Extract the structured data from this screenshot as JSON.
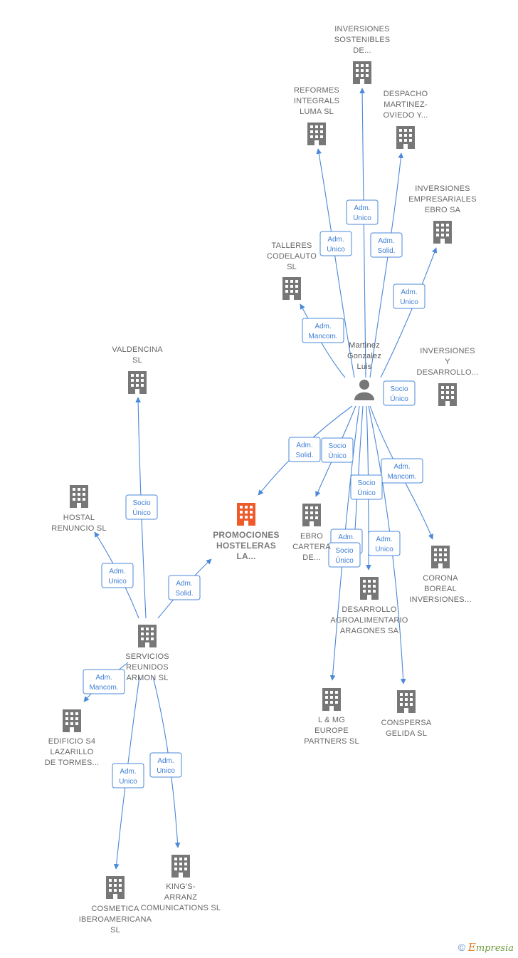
{
  "colors": {
    "edge": "#4a88d8",
    "company": "#777777",
    "main_company": "#ee5a2a",
    "person": "#777777",
    "badge_text": "#3f7fd6"
  },
  "nodes": [
    {
      "id": "inv_sostenibles",
      "type": "company",
      "label": [
        "INVERSIONES",
        "SOSTENIBLES",
        "DE..."
      ]
    },
    {
      "id": "reformes",
      "type": "company",
      "label": [
        "REFORMES",
        "INTEGRALS",
        "LUMA  SL"
      ]
    },
    {
      "id": "despacho",
      "type": "company",
      "label": [
        "DESPACHO",
        "MARTINEZ-",
        "OVIEDO Y..."
      ]
    },
    {
      "id": "inv_empresariales",
      "type": "company",
      "label": [
        "INVERSIONES",
        "EMPRESARIALES",
        "EBRO SA"
      ]
    },
    {
      "id": "talleres",
      "type": "company",
      "label": [
        "TALLERES",
        "CODELAUTO",
        "SL"
      ]
    },
    {
      "id": "person",
      "type": "person",
      "label": [
        "Martinez",
        "Gonzalez",
        "Luis"
      ]
    },
    {
      "id": "inv_desarrollo",
      "type": "company",
      "label": [
        "INVERSIONES",
        "Y",
        "DESARROLLO..."
      ]
    },
    {
      "id": "valdencina",
      "type": "company",
      "label": [
        "VALDENCINA",
        "SL"
      ]
    },
    {
      "id": "hostal",
      "type": "company",
      "label": [
        "HOSTAL",
        "RENUNCIO  SL"
      ]
    },
    {
      "id": "promociones",
      "type": "main",
      "label": [
        "PROMOCIONES",
        "HOSTELERAS",
        "LA..."
      ]
    },
    {
      "id": "ebro",
      "type": "company",
      "label": [
        "EBRO",
        "CARTERA",
        "DE..."
      ]
    },
    {
      "id": "corona",
      "type": "company",
      "label": [
        "CORONA",
        "BOREAL",
        "INVERSIONES..."
      ]
    },
    {
      "id": "desarrollo_agro",
      "type": "company",
      "label": [
        "DESARROLLO",
        "AGROALIMENTARIO",
        "ARAGONES SA"
      ]
    },
    {
      "id": "servicios",
      "type": "company",
      "label": [
        "SERVICIOS",
        "REUNIDOS",
        "ARMON SL"
      ]
    },
    {
      "id": "edificio",
      "type": "company",
      "label": [
        "EDIFICIO S4",
        "LAZARILLO",
        "DE TORMES..."
      ]
    },
    {
      "id": "lmg",
      "type": "company",
      "label": [
        "L & MG",
        "EUROPE",
        "PARTNERS SL"
      ]
    },
    {
      "id": "conspersa",
      "type": "company",
      "label": [
        "CONSPERSA",
        "GELIDA  SL"
      ]
    },
    {
      "id": "kings",
      "type": "company",
      "label": [
        "KING'S-",
        "ARRANZ",
        "COMUNICATIONS SL"
      ]
    },
    {
      "id": "cosmetica",
      "type": "company",
      "label": [
        "COSMETICA",
        "IBEROAMERICANA",
        "SL"
      ]
    }
  ],
  "edges": [
    {
      "from": "person",
      "to": "inv_sostenibles",
      "label": [
        "Adm.",
        "Unico"
      ]
    },
    {
      "from": "person",
      "to": "reformes",
      "label": [
        "Adm.",
        "Unico"
      ]
    },
    {
      "from": "person",
      "to": "despacho",
      "label": [
        "Adm.",
        "Solid."
      ]
    },
    {
      "from": "person",
      "to": "inv_empresariales",
      "label": [
        "Adm.",
        "Unico"
      ]
    },
    {
      "from": "person",
      "to": "talleres",
      "label": [
        "Adm.",
        "Mancom."
      ]
    },
    {
      "from": "person",
      "to": "inv_desarrollo",
      "label": [
        "Socio",
        "Único"
      ]
    },
    {
      "from": "person",
      "to": "promociones",
      "label": [
        "Adm.",
        "Solid."
      ]
    },
    {
      "from": "person",
      "to": "ebro",
      "label": [
        "Socio",
        "Único"
      ]
    },
    {
      "from": "person",
      "to": "corona",
      "label": [
        "Adm.",
        "Mancom."
      ]
    },
    {
      "from": "person",
      "to": "desarrollo_agro",
      "label": [
        "Socio",
        "Único"
      ]
    },
    {
      "from": "person",
      "to": "desarrollo_agro_b",
      "label": [
        "Adm.",
        "Unico"
      ]
    },
    {
      "from": "person",
      "to": "lmg",
      "label": [
        "Socio",
        "Único"
      ]
    },
    {
      "from": "person",
      "to": "conspersa",
      "label": [
        "Adm.",
        "Unico"
      ]
    },
    {
      "from": "servicios",
      "to": "valdencina",
      "label": [
        "Socio",
        "Único"
      ]
    },
    {
      "from": "servicios",
      "to": "hostal",
      "label": [
        "Adm.",
        "Unico"
      ]
    },
    {
      "from": "servicios",
      "to": "promociones",
      "label": [
        "Adm.",
        "Solid."
      ]
    },
    {
      "from": "servicios",
      "to": "edificio",
      "label": [
        "Adm.",
        "Mancom."
      ]
    },
    {
      "from": "servicios",
      "to": "cosmetica",
      "label": [
        "Adm.",
        "Unico"
      ]
    },
    {
      "from": "servicios",
      "to": "kings",
      "label": [
        "Adm.",
        "Unico"
      ]
    }
  ],
  "footer": {
    "copyright": "©",
    "brand_first": "E",
    "brand_rest": "mpresia"
  }
}
